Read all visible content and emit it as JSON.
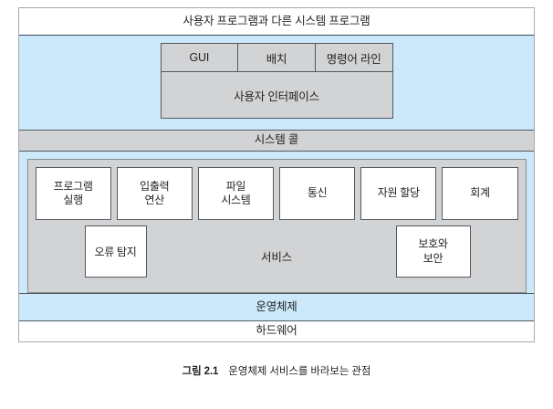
{
  "figure": {
    "caption_number": "그림 2.1",
    "caption_text": "운영체제 서비스를 바라보는 관점"
  },
  "colors": {
    "band_blue": "#cbe9fb",
    "band_gray": "#d2d3d5",
    "band_white": "#ffffff",
    "border_dark": "#54595f",
    "border_light": "#a7a9ac",
    "text": "#231f20"
  },
  "layers": {
    "user_programs": {
      "label": "사용자 프로그램과 다른 시스템 프로그램",
      "fill": "#ffffff"
    },
    "user_interface": {
      "modes": [
        {
          "label": "GUI"
        },
        {
          "label": "배치"
        },
        {
          "label": "명령어 라인"
        }
      ],
      "label": "사용자 인터페이스",
      "fill": "#d2d3d5"
    },
    "system_call": {
      "label": "시스템 콜",
      "fill": "#d2d3d5"
    },
    "services": {
      "label": "서비스",
      "fill": "#d2d3d5",
      "boxes": [
        {
          "line1": "프로그램",
          "line2": "실행"
        },
        {
          "line1": "입출력",
          "line2": "연산"
        },
        {
          "line1": "파일",
          "line2": "시스템"
        },
        {
          "line1": "통신",
          "line2": ""
        },
        {
          "line1": "자원 할당",
          "line2": ""
        },
        {
          "line1": "회계",
          "line2": ""
        }
      ],
      "error_detection": {
        "line1": "오류 탐지",
        "line2": ""
      },
      "protection_security": {
        "line1": "보호와",
        "line2": "보안"
      }
    },
    "operating_system": {
      "label": "운영체제",
      "fill": "#cbe9fb"
    },
    "hardware": {
      "label": "하드웨어",
      "fill": "#ffffff"
    }
  }
}
